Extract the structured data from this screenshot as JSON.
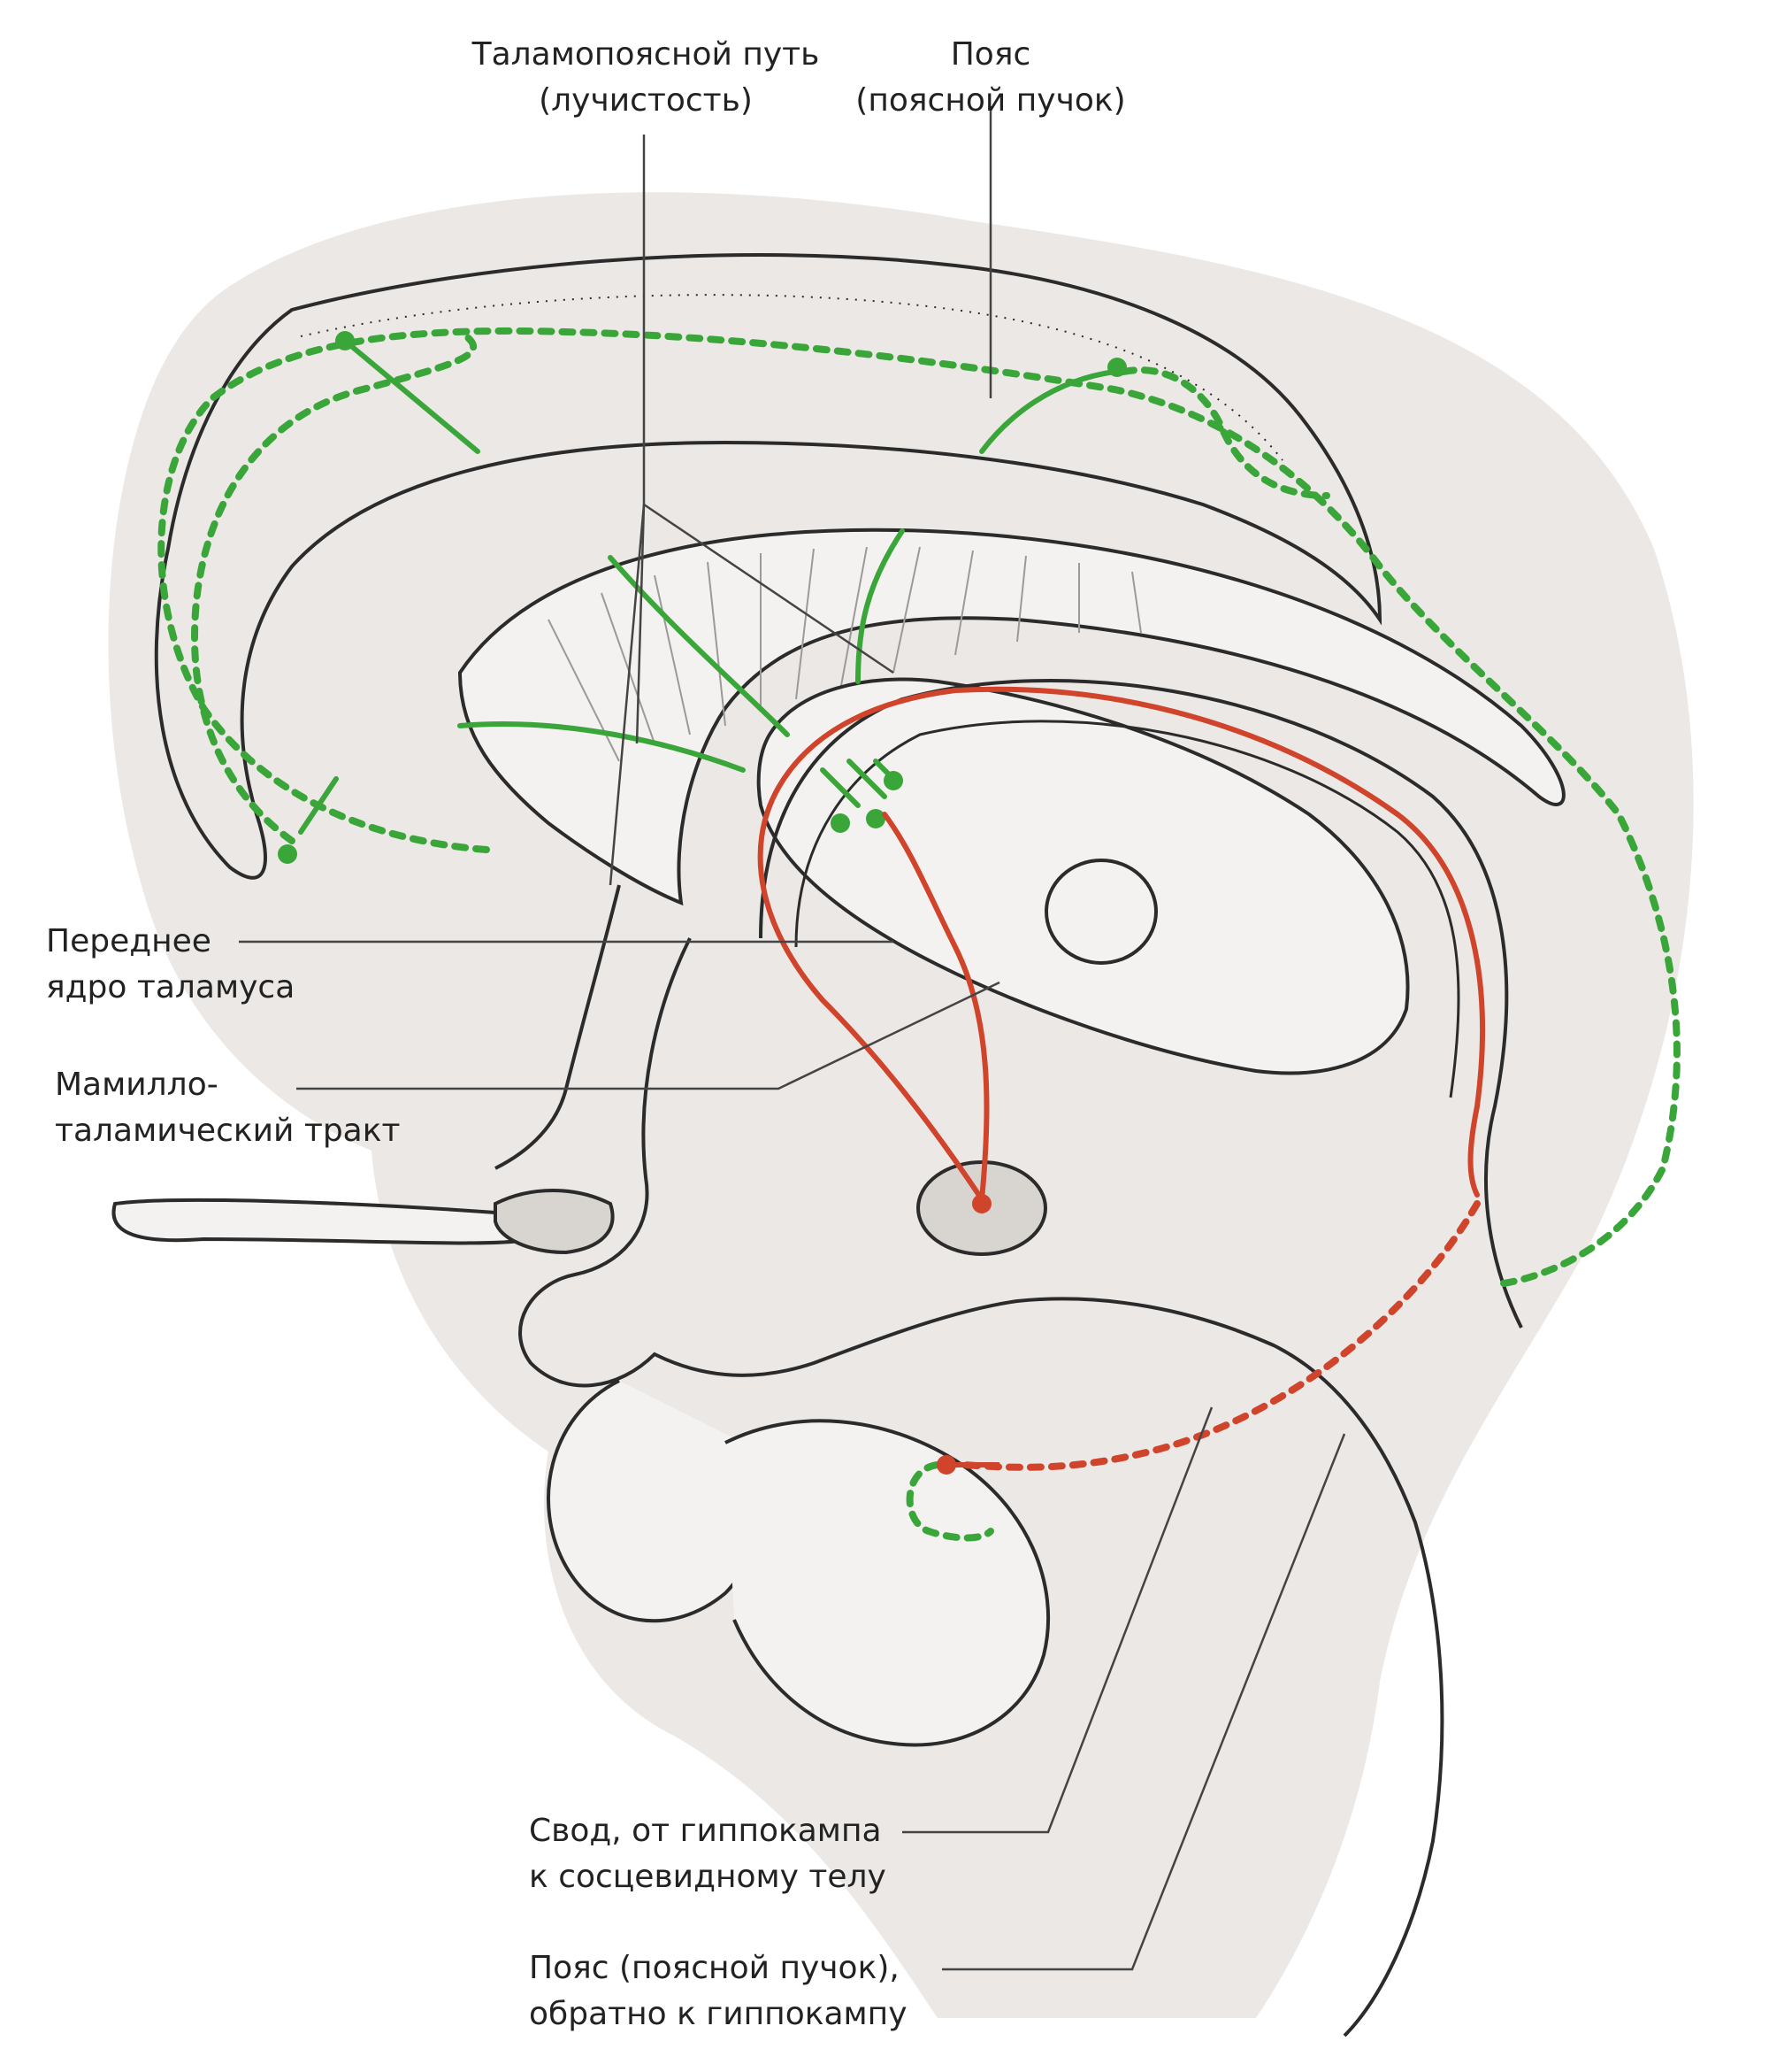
{
  "labels": {
    "thalamocingulate": {
      "line1": "Таламопоясной путь",
      "line2": "(лучистость)"
    },
    "cingulum_top": {
      "line1": "Пояс",
      "line2": "(поясной пучок)"
    },
    "anterior_nucleus": {
      "line1": "Переднее",
      "line2": "ядро таламуса"
    },
    "mammillothalamic": {
      "line1": "Мамилло-",
      "line2": "таламический тракт"
    },
    "fornix": {
      "line1": "Свод, от гиппокампа",
      "line2": "к сосцевидному телу"
    },
    "cingulum_back": {
      "line1": "Пояс (поясной пучок),",
      "line2": "обратно к гиппокампу"
    }
  },
  "colors": {
    "pathway_green": "#3aa63a",
    "pathway_red": "#d0442c",
    "tissue_fill": "#ebe8e6",
    "outline": "#2b2b2b",
    "leader": "#444444"
  }
}
